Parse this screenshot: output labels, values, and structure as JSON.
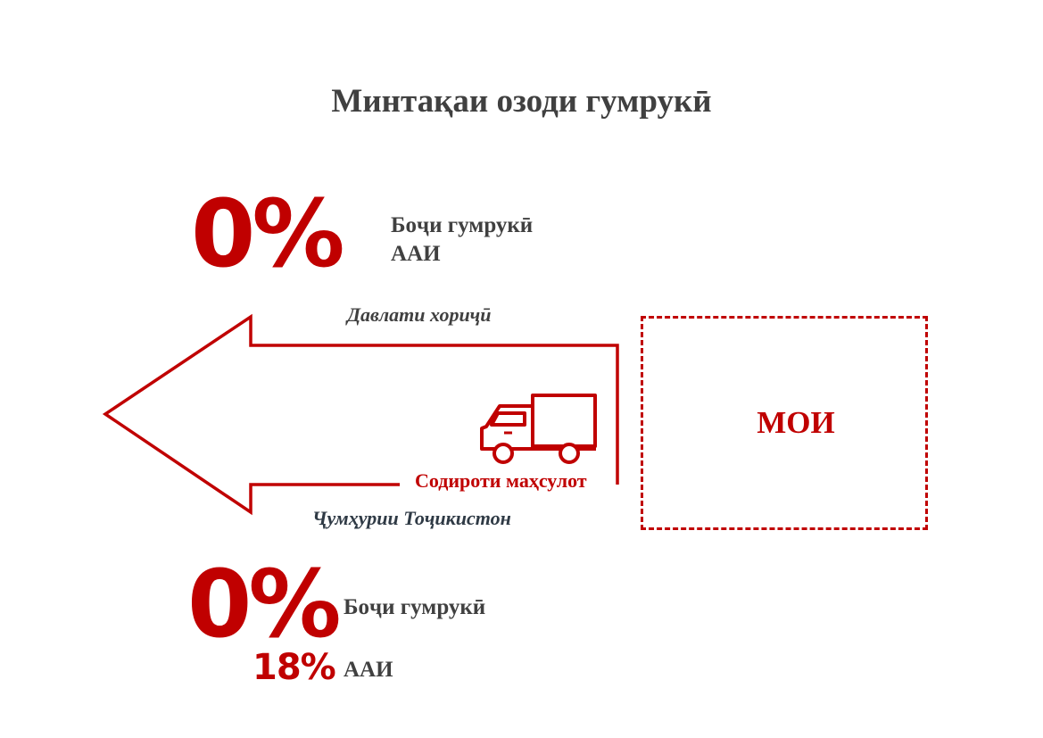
{
  "title": "Минтақаи озоди гумрукӣ",
  "top_block": {
    "percent": "0%",
    "line1": "Боҷи гумрукӣ",
    "line2": "ААИ"
  },
  "arrow": {
    "top_label": "Давлати хориҷӣ",
    "bottom_label": "Ҷумҳурии Тоҷикистон",
    "export_label": "Содироти маҳсулот",
    "color": "#c00000"
  },
  "zone": {
    "label": "МОИ",
    "color": "#c00000"
  },
  "bottom_block": {
    "percent_duty": "0%",
    "percent_vat": "18%",
    "line1": "Боҷи гумрукӣ",
    "line2": "ААИ"
  },
  "icons": {
    "truck": "truck-icon",
    "arrow": "left-arrow-icon"
  }
}
